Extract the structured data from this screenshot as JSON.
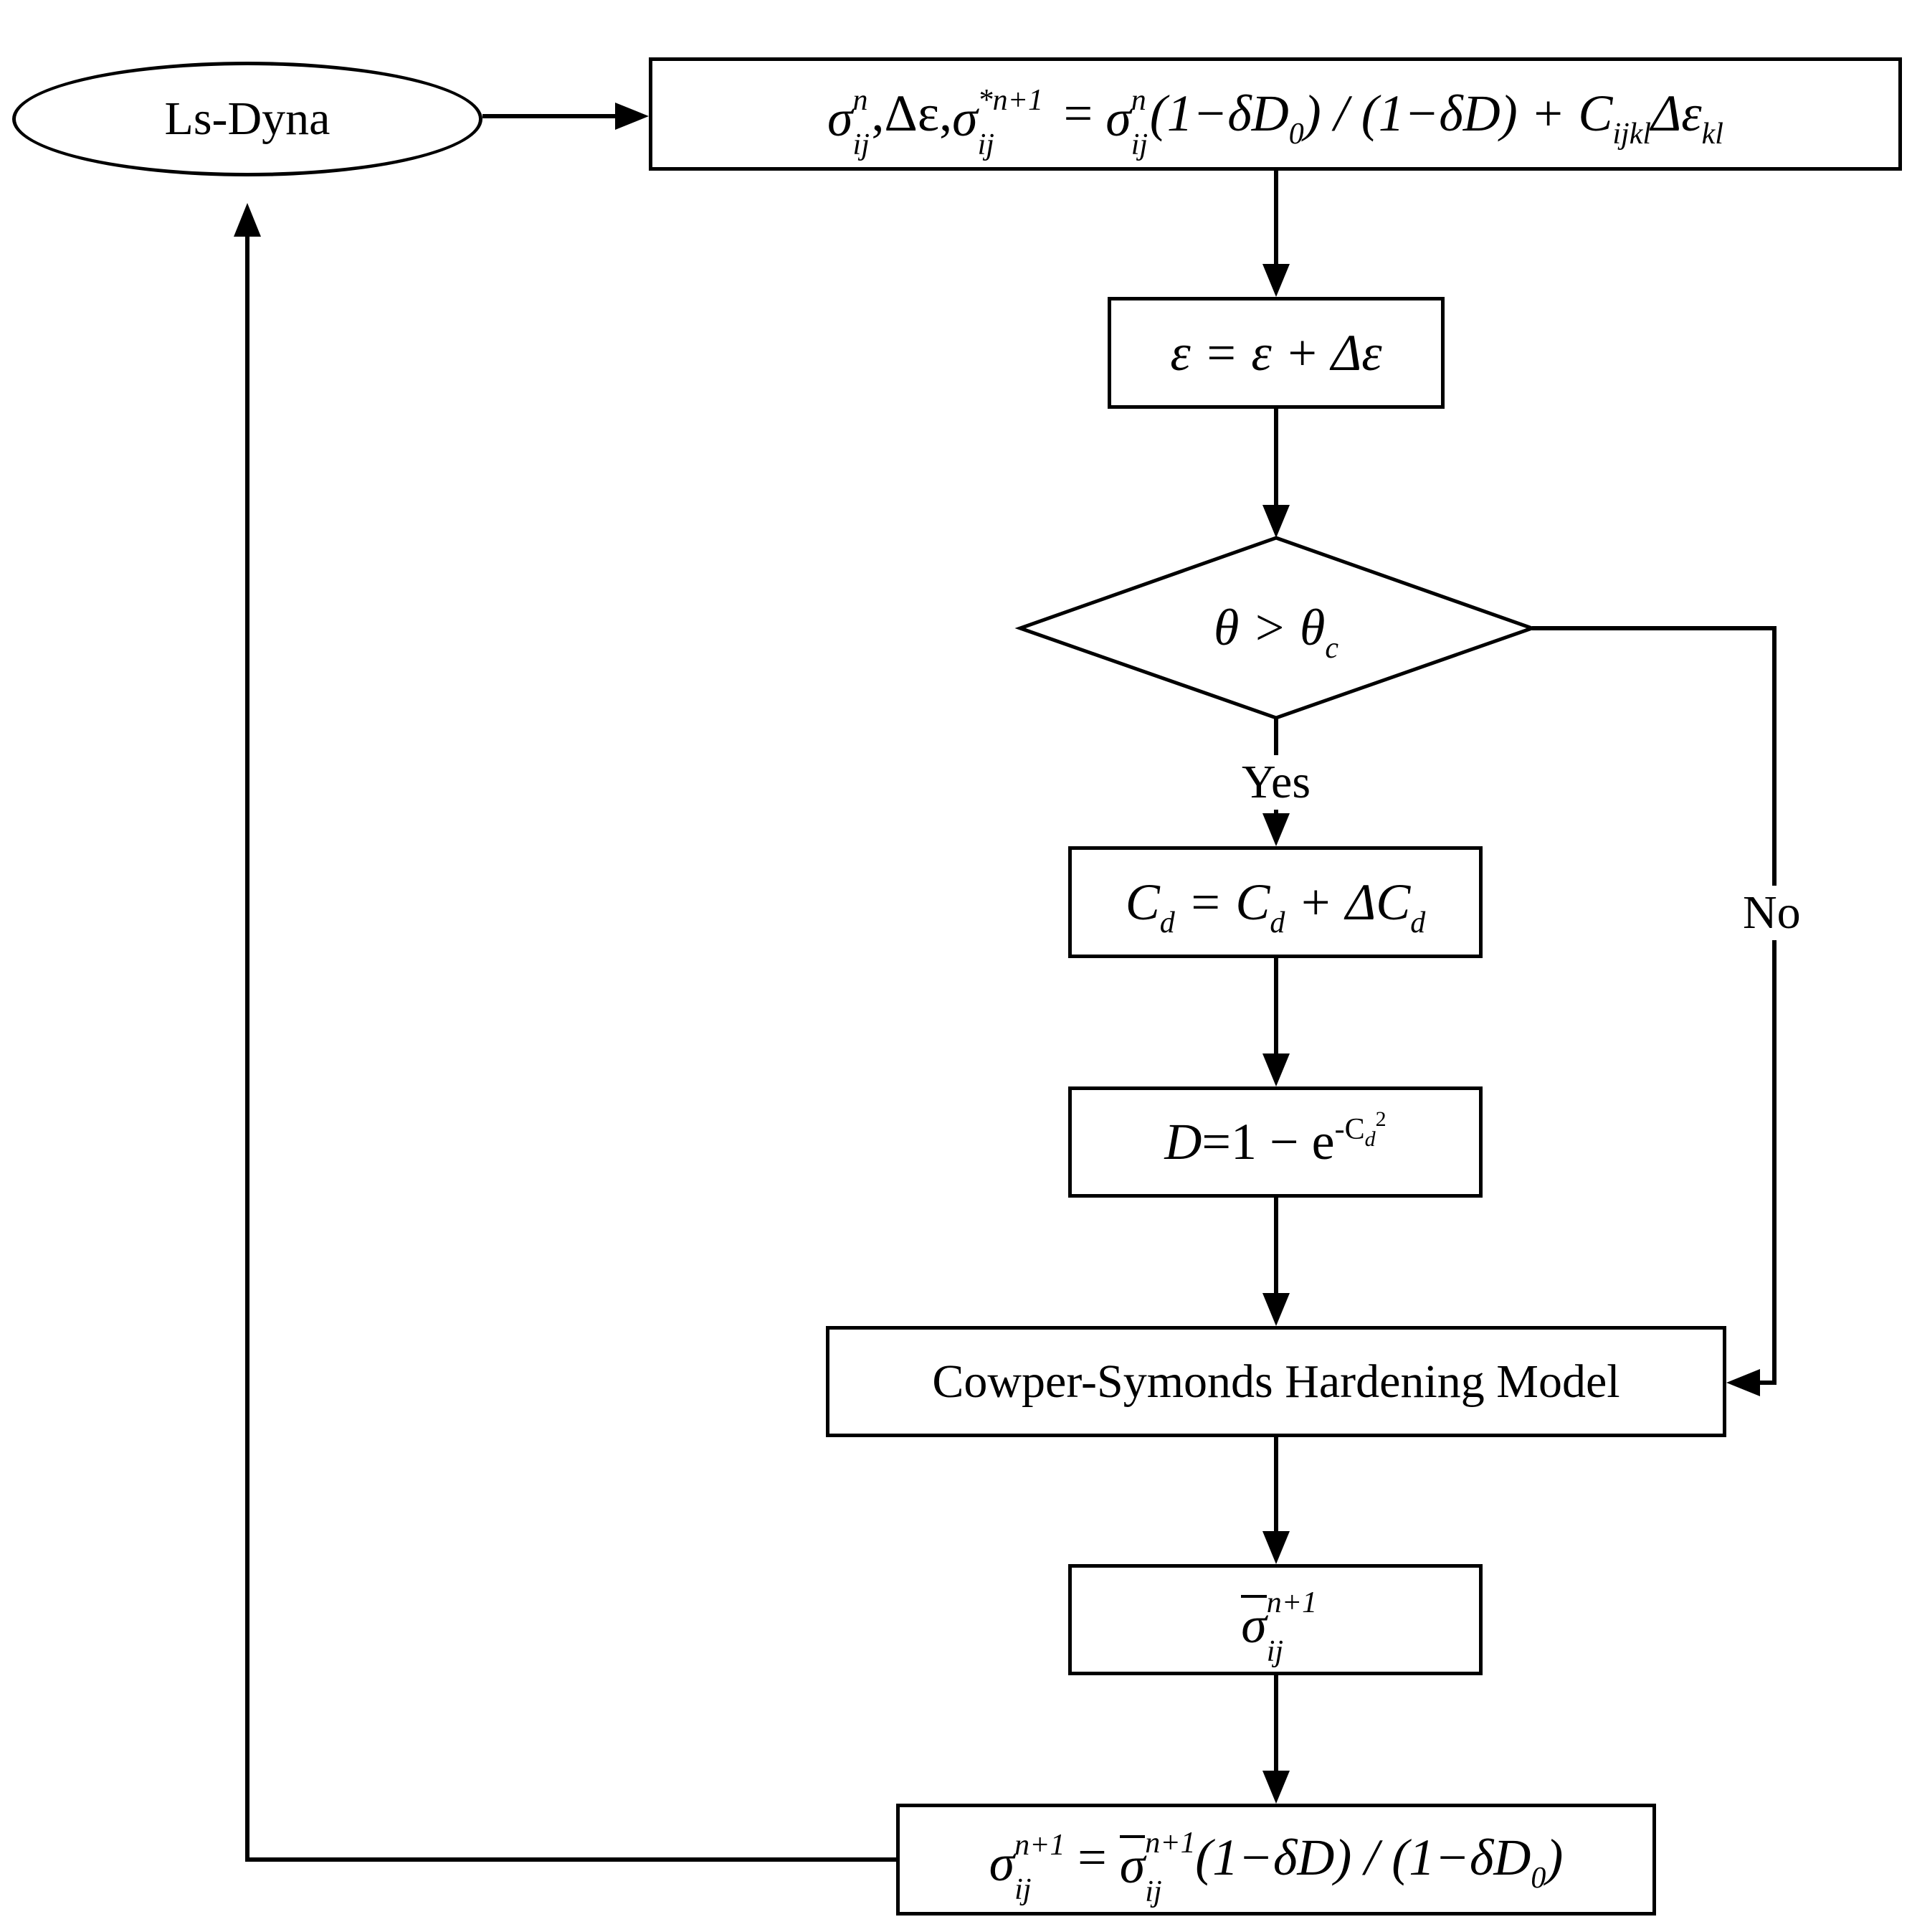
{
  "nodes": {
    "ls_dyna": "Ls-Dyna",
    "trial_stress": {
      "sigma": "σ",
      "ij": "ij",
      "n": "n",
      "np1": "n+1",
      "star_np1": "*n+1",
      "comma": ",",
      "delta_eps": "Δε",
      "eq": "=",
      "one_minus_delta_D0": "(1−δD",
      "zero": "0",
      "div": ") / (1−δD) + C",
      "ijkl": "ijkl",
      "delta_eps_kl": "Δε",
      "kl": "kl"
    },
    "strain_update": "ε = ε + Δε",
    "decision": {
      "theta": "θ > θ",
      "c": "c"
    },
    "damage_coeff": {
      "C": "C",
      "d": "d",
      "eq": " = C",
      "plus": " + ΔC"
    },
    "damage": {
      "D": "D",
      "rest": "=1 − e",
      "exp": "-C",
      "exp_sub": "d",
      "exp_sup": "2"
    },
    "hardening": "Cowper-Symonds Hardening Model",
    "effective_stress": {
      "sigma_bar": "σ",
      "ij": "ij",
      "np1": "n+1"
    },
    "final_stress": {
      "sigma": "σ",
      "ij": "ij",
      "np1": "n+1",
      "eq": " = ",
      "sigma_bar": "σ",
      "rest": "(1−δD) / (1−δD",
      "zero": "0",
      "close": ")"
    }
  },
  "edges": {
    "yes": "Yes",
    "no": "No"
  }
}
